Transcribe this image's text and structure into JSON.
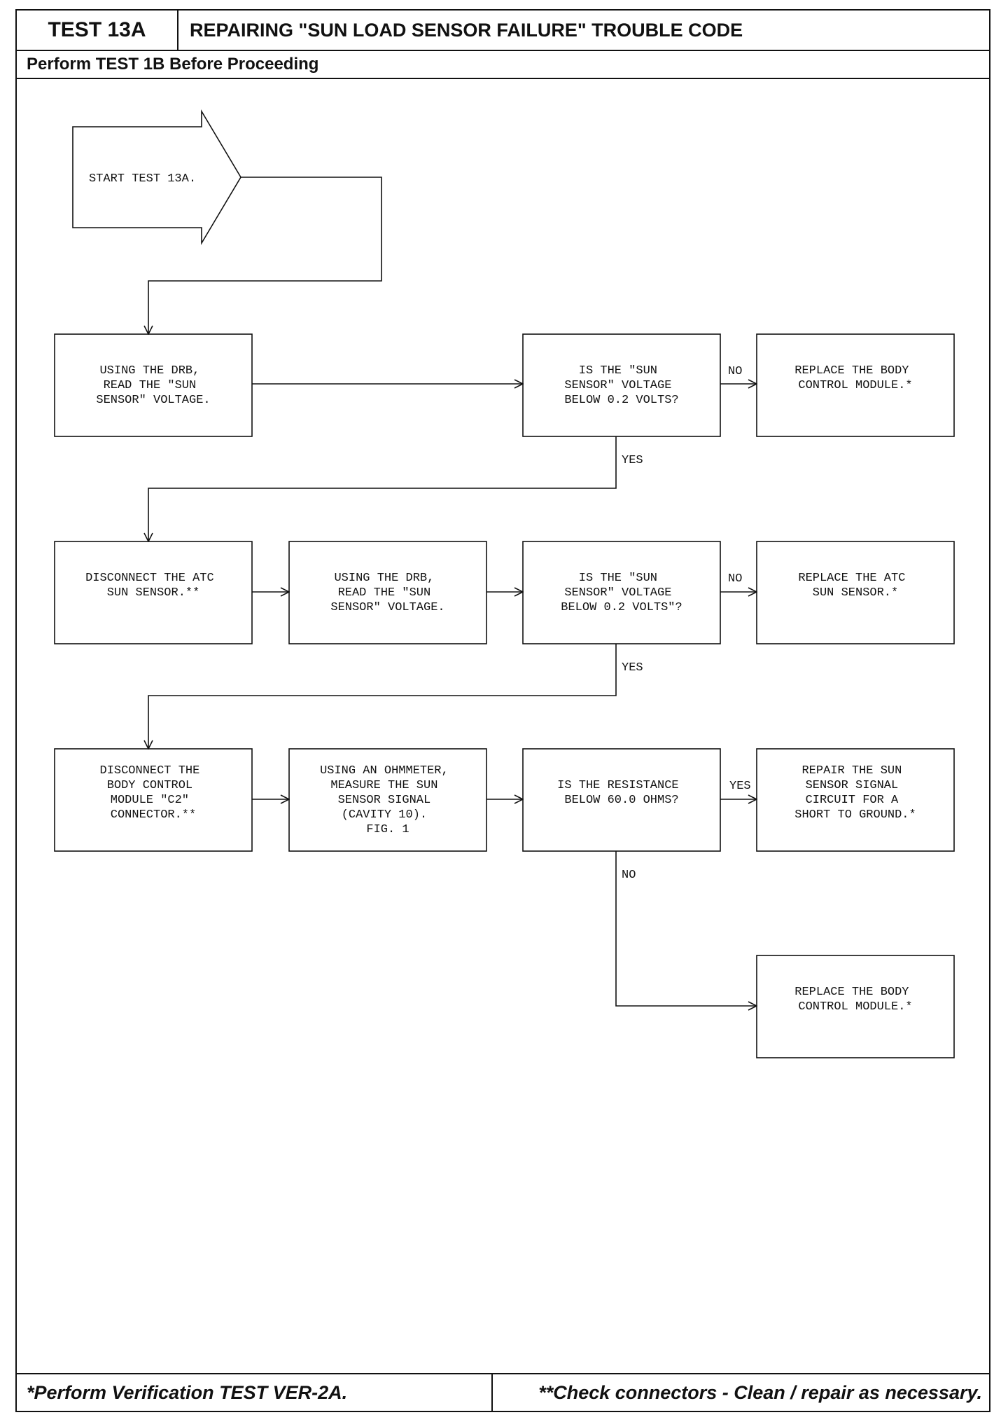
{
  "header": {
    "test_id": "TEST 13A",
    "title": "REPAIRING \"SUN LOAD SENSOR FAILURE\" TROUBLE CODE",
    "prerequisite": "Perform TEST 1B Before Proceeding"
  },
  "flowchart": {
    "start": [
      "START TEST 13A."
    ],
    "step1": [
      "USING THE DRB,",
      "READ THE \"SUN",
      "SENSOR\" VOLTAGE."
    ],
    "decision1": [
      "IS THE \"SUN",
      "SENSOR\" VOLTAGE",
      "BELOW 0.2 VOLTS?"
    ],
    "decision1_no_result": [
      "REPLACE THE BODY",
      "CONTROL MODULE.*"
    ],
    "step2": [
      "DISCONNECT THE ATC",
      "SUN SENSOR.**"
    ],
    "step3": [
      "USING THE DRB,",
      "READ THE \"SUN",
      "SENSOR\" VOLTAGE."
    ],
    "decision2": [
      "IS THE \"SUN",
      "SENSOR\" VOLTAGE",
      "BELOW 0.2 VOLTS\"?"
    ],
    "decision2_no_result": [
      "REPLACE THE ATC",
      "SUN SENSOR.*"
    ],
    "step4": [
      "DISCONNECT THE",
      "BODY CONTROL",
      "MODULE \"C2\"",
      "CONNECTOR.**"
    ],
    "step5": [
      "USING AN OHMMETER,",
      "MEASURE THE SUN",
      "SENSOR SIGNAL",
      "(CAVITY 10).",
      "FIG. 1"
    ],
    "decision3": [
      "IS THE RESISTANCE",
      "BELOW 60.0 OHMS?"
    ],
    "decision3_yes_result": [
      "REPAIR THE SUN",
      "SENSOR SIGNAL",
      "CIRCUIT FOR A",
      "SHORT TO GROUND.*"
    ],
    "decision3_no_result": [
      "REPLACE THE BODY",
      "CONTROL MODULE.*"
    ],
    "labels": {
      "d1_no": "NO",
      "d1_yes": "YES",
      "d2_no": "NO",
      "d2_yes": "YES",
      "d3_yes": "YES",
      "d3_no": "NO"
    }
  },
  "footer": {
    "left": "*Perform Verification TEST VER-2A.",
    "right": "**Check connectors - Clean / repair as necessary."
  }
}
